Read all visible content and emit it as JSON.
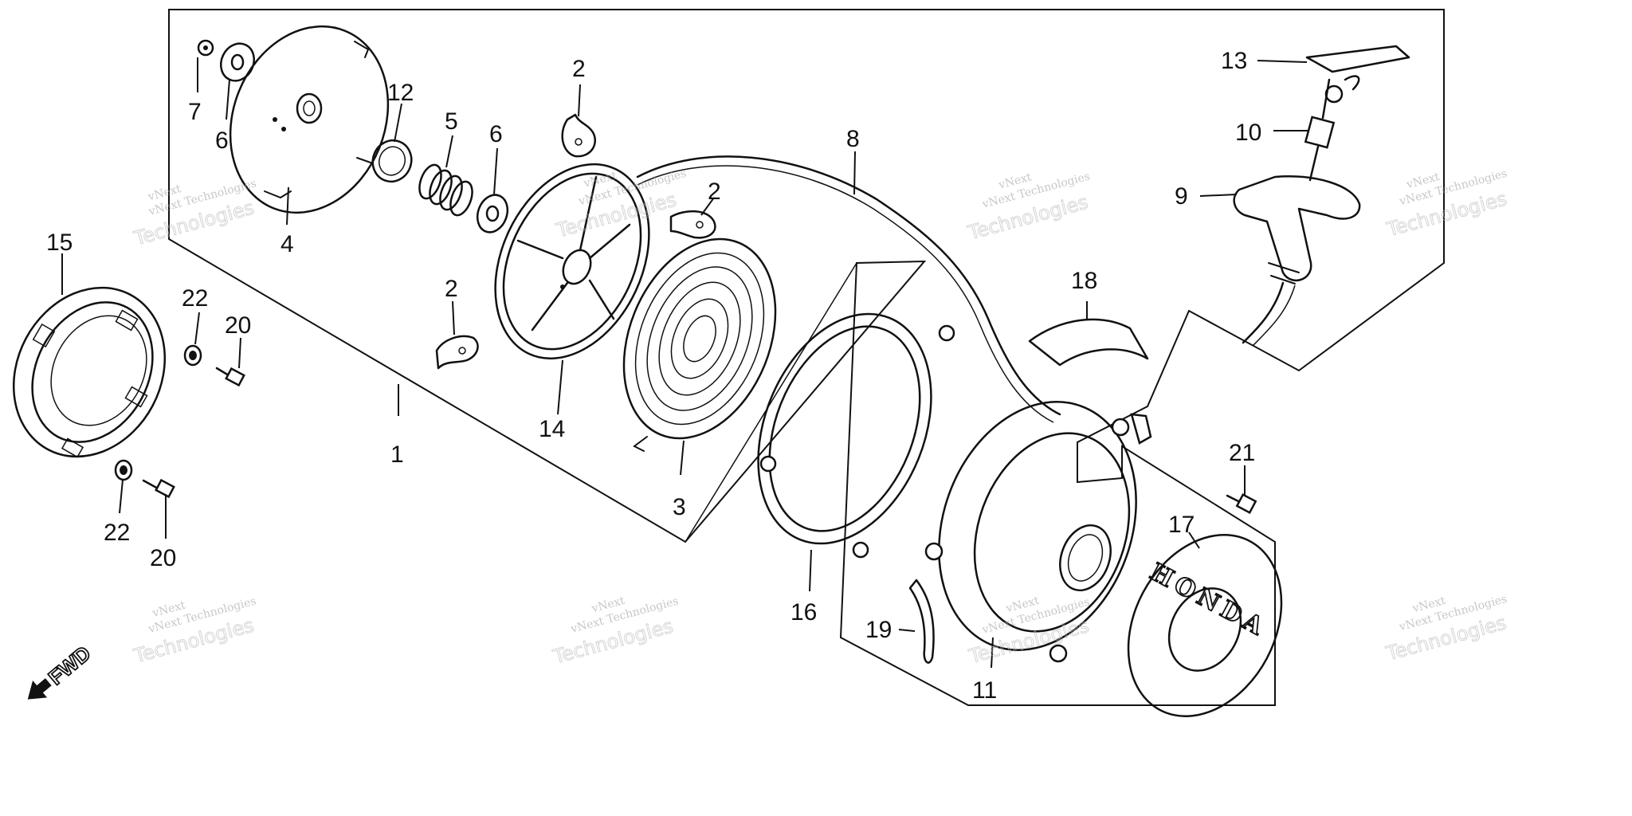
{
  "callouts": {
    "c1": "1",
    "c2a": "2",
    "c2b": "2",
    "c2c": "2",
    "c3": "3",
    "c4": "4",
    "c5": "5",
    "c6a": "6",
    "c6b": "6",
    "c7": "7",
    "c8": "8",
    "c9": "9",
    "c10": "10",
    "c11": "11",
    "c12": "12",
    "c13": "13",
    "c14": "14",
    "c15": "15",
    "c16": "16",
    "c17": "17",
    "c18": "18",
    "c19": "19",
    "c20a": "20",
    "c20b": "20",
    "c21": "21",
    "c22a": "22",
    "c22b": "22"
  },
  "fwd_label": "FWD",
  "emblem_text": "HONDA",
  "watermark": {
    "line1": "vNext Technologies",
    "line2": "Technologies",
    "line3": "vNext"
  },
  "colors": {
    "ink": "#111111",
    "watermark": "#9a9a9a",
    "background": "#ffffff"
  }
}
